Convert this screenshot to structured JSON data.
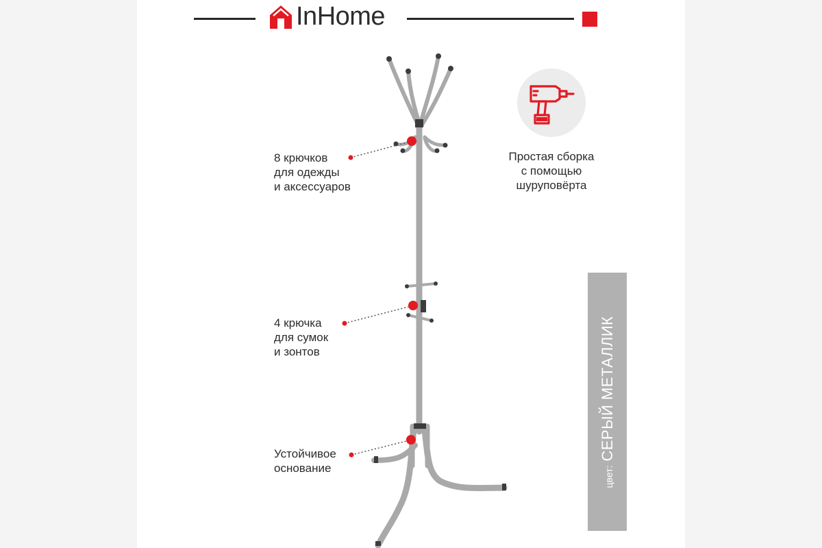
{
  "header": {
    "brand": "InHome",
    "accent_color": "#e21b23",
    "rule_color": "#262626",
    "logo_icon": "house-icon"
  },
  "callouts": [
    {
      "id": "hooks-top",
      "lines": [
        "8 крючков",
        "для одежды",
        "и аксессуаров"
      ]
    },
    {
      "id": "hooks-mid",
      "lines": [
        "4 крючка",
        "для сумок",
        "и зонтов"
      ]
    },
    {
      "id": "base",
      "lines": [
        "Устойчивое",
        "основание"
      ]
    }
  ],
  "assembly": {
    "icon": "drill-icon",
    "lines": [
      "Простая сборка",
      "с помощью",
      "шуруповёрта"
    ]
  },
  "color_badge": {
    "label": "цвет:",
    "value": "СЕРЫЙ МЕТАЛЛИК",
    "background": "#b1b1b1"
  },
  "product": {
    "image": "coat-stand-icon",
    "metal_color": "#b8b8b8"
  }
}
